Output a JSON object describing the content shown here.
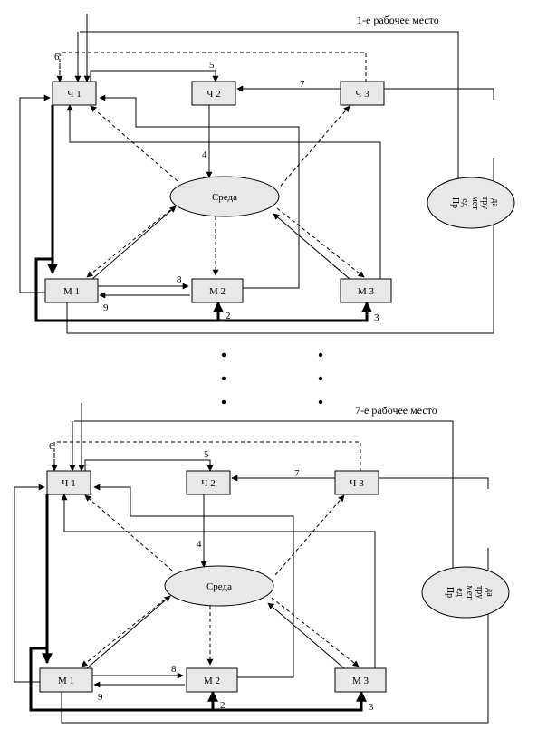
{
  "sections": [
    {
      "title": "1-е рабочее место",
      "nodes": {
        "ch1": "Ч 1",
        "ch2": "Ч 2",
        "ch3": "Ч 3",
        "m1": "М 1",
        "m2": "М 2",
        "m3": "М 3",
        "env": "Среда"
      },
      "subject_lines": [
        "Пр",
        "ед",
        "мет",
        "тру",
        "да"
      ],
      "edge_numbers": {
        "n2": "2",
        "n3": "3",
        "n4": "4",
        "n5": "5",
        "n6": "6",
        "n7": "7",
        "n8": "8",
        "n9": "9"
      }
    },
    {
      "title": "7-е рабочее место",
      "nodes": {
        "ch1": "Ч 1",
        "ch2": "Ч 2",
        "ch3": "Ч 3",
        "m1": "М 1",
        "m2": "М 2",
        "m3": "М 3",
        "env": "Среда"
      },
      "subject_lines": [
        "Пр",
        "ед",
        "мет",
        "тру",
        "да"
      ],
      "edge_numbers": {
        "n2": "2",
        "n3": "3",
        "n4": "4",
        "n5": "5",
        "n6": "6",
        "n7": "7",
        "n8": "8",
        "n9": "9"
      }
    }
  ]
}
